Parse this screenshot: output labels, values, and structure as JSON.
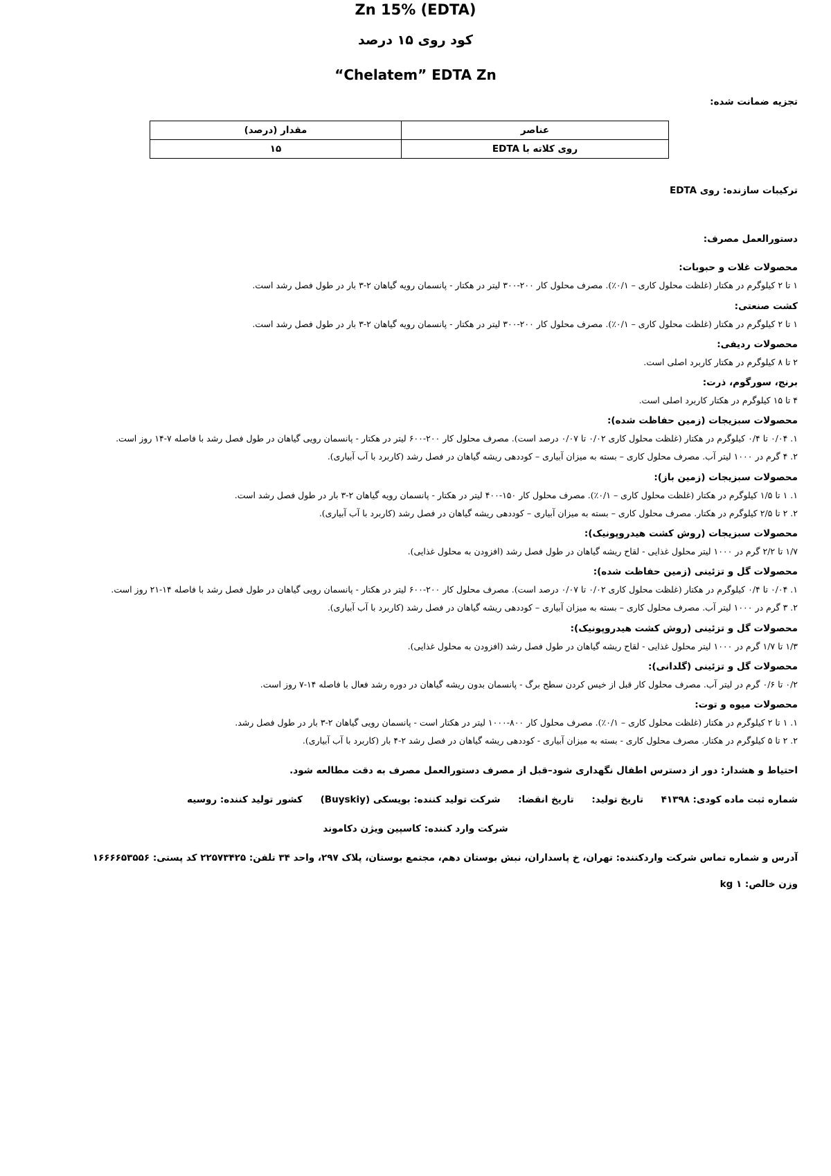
{
  "title_en": "Zn 15% (EDTA)",
  "title_fa": "کود روی ۱۵ درصد",
  "brand": "“Chelatem” EDTA Zn",
  "guaranteed_analysis_label": "تجزیه ضمانت شده:",
  "table": {
    "headers": [
      "عناصر",
      "مقدار (درصد)"
    ],
    "rows": [
      [
        "روی کلاته با EDTA",
        "۱۵"
      ]
    ]
  },
  "ingredients": "ترکیبات سازنده: روی EDTA",
  "instructions_label": "دستورالعمل مصرف:",
  "sections": [
    {
      "heading": "محصولات غلات و حبوبات:",
      "lines": [
        "۱ تا ۲ کیلوگرم در هکتار (غلظت محلول کاری – ۰/۱٪). مصرف محلول کار ۲۰۰-۳۰۰ لیتر در هکتار - پانسمان رویه گیاهان ۲-۳ بار در طول فصل رشد است."
      ]
    },
    {
      "heading": "کشت صنعتی:",
      "lines": [
        "۱ تا ۲ کیلوگرم در هکتار (غلظت محلول کاری – ۰/۱٪). مصرف محلول کار ۲۰۰-۳۰۰ لیتر در هکتار - پانسمان رویه گیاهان ۲-۳ بار در طول فصل رشد است."
      ]
    },
    {
      "heading": "محصولات ردیفی:",
      "lines": [
        "۲ تا ۸ کیلوگرم در هکتار کاربرد اصلی است."
      ]
    },
    {
      "heading": "برنج، سورگوم، ذرت:",
      "lines": [
        "۴ تا ۱۵ کیلوگرم در هکتار کاربرد اصلی است."
      ]
    },
    {
      "heading": "محصولات سبزیجات (زمین حفاظت شده):",
      "lines": [
        "۱. ۰/۰۴ تا ۰/۴ کیلوگرم در هکتار (غلظت محلول کاری ۰/۰۲ تا ۰/۰۷ درصد است). مصرف محلول کار ۲۰۰-۶۰۰ لیتر در هکتار - پانسمان رویی گیاهان در طول فصل رشد با فاصله ۷-۱۴ روز است.",
        "۲. ۴ گرم در ۱۰۰۰ لیتر آب. مصرف محلول کاری – بسته به میزان آبیاری – کوددهی ریشه گیاهان در فصل رشد (کاربرد با آب آبیاری)."
      ]
    },
    {
      "heading": "محصولات سبزیجات (زمین باز):",
      "lines": [
        "۱. ۱ تا ۱/۵ کیلوگرم در هکتار (غلظت محلول کاری – ۰/۱٪). مصرف محلول کار ۱۵۰-۴۰۰ لیتر در هکتار - پانسمان رویه گیاهان ۲-۳ بار در طول فصل رشد است.",
        "۲. ۲ تا ۲/۵ کیلوگرم در هکتار. مصرف محلول کاری – بسته به میزان آبیاری – کوددهی ریشه گیاهان در فصل رشد (کاربرد با آب آبیاری)."
      ]
    },
    {
      "heading": "محصولات سبزیجات (روش کشت هیدروپونیک):",
      "lines": [
        "۱/۷ تا ۲/۲ گرم در ۱۰۰۰ لیتر محلول غذایی - لقاح ریشه گیاهان در طول فصل رشد (افزودن به محلول غذایی)."
      ]
    },
    {
      "heading": "محصولات گل و تزئینی (زمین حفاظت شده):",
      "lines": [
        "۱. ۰/۰۴ تا ۰/۴ کیلوگرم در هکتار (غلظت محلول کاری ۰/۰۲ تا ۰/۰۷ درصد است). مصرف محلول کار ۲۰۰-۶۰۰ لیتر در هکتار - پانسمان رویی گیاهان در طول فصل رشد با فاصله ۱۴-۲۱ روز است.",
        "۲. ۳ گرم در ۱۰۰۰ لیتر آب. مصرف محلول کاری – بسته به میزان آبیاری – کوددهی ریشه گیاهان در فصل رشد (کاربرد با آب آبیاری)."
      ]
    },
    {
      "heading": "محصولات گل و تزئینی (روش کشت هیدروپونیک):",
      "lines": [
        "۱/۳ تا ۱/۷ گرم در ۱۰۰۰ لیتر محلول غذایی - لقاح ریشه گیاهان در طول فصل رشد (افزودن به محلول غذایی)."
      ]
    },
    {
      "heading": "محصولات گل و تزئینی (گلدانی):",
      "lines": [
        "۰/۲ تا ۰/۶ گرم در لیتر آب. مصرف محلول کار قبل از خیس کردن سطح برگ - پانسمان بدون ریشه گیاهان در دوره رشد فعال با فاصله ۱۴-۷ روز است."
      ]
    },
    {
      "heading": "محصولات میوه و توت:",
      "lines": [
        "۱. ۱ تا ۲ کیلوگرم در هکتار (غلظت محلول کاری – ۰/۱٪). مصرف محلول کار ۸۰۰-۱۰۰۰ لیتر در هکتار است - پانسمان رویی گیاهان ۲-۳ بار در طول فصل رشد.",
        "۲. ۲ تا ۵ کیلوگرم در هکتار. مصرف محلول کاری - بسته به میزان آبیاری - کوددهی ریشه گیاهان در فصل رشد ۲-۴ بار (کاربرد با آب آبیاری)."
      ]
    }
  ],
  "warning": "احتیاط و هشدار: دور از دسترس اطفال نگهداری شود–قبل از مصرف دستورالعمل مصرف به دقت مطالعه شود.",
  "registration": {
    "reg_no": "شماره ثبت ماده کودی:  ۴۱۳۹۸",
    "production_date": "تاریخ تولید:",
    "expiry_date": "تاریخ انقضا:",
    "manufacturer": "شرکت تولید کننده: بویسکی (Buyskiy)",
    "country": "کشور تولید کننده: روسیه"
  },
  "importer": "شرکت وارد کننده: کاسپین ویژن دکاموند",
  "address": "آدرس و شماره تماس شرکت واردکننده: تهران، خ پاسداران، نبش بوستان دهم، مجتمع بوستان، پلاک ۲۹۷، واحد ۳۴  تلفن: ۲۲۵۷۳۴۲۵   کد پستی: ۱۶۶۶۶۵۳۵۵۶",
  "net_weight": "وزن خالص:  ۱ kg"
}
